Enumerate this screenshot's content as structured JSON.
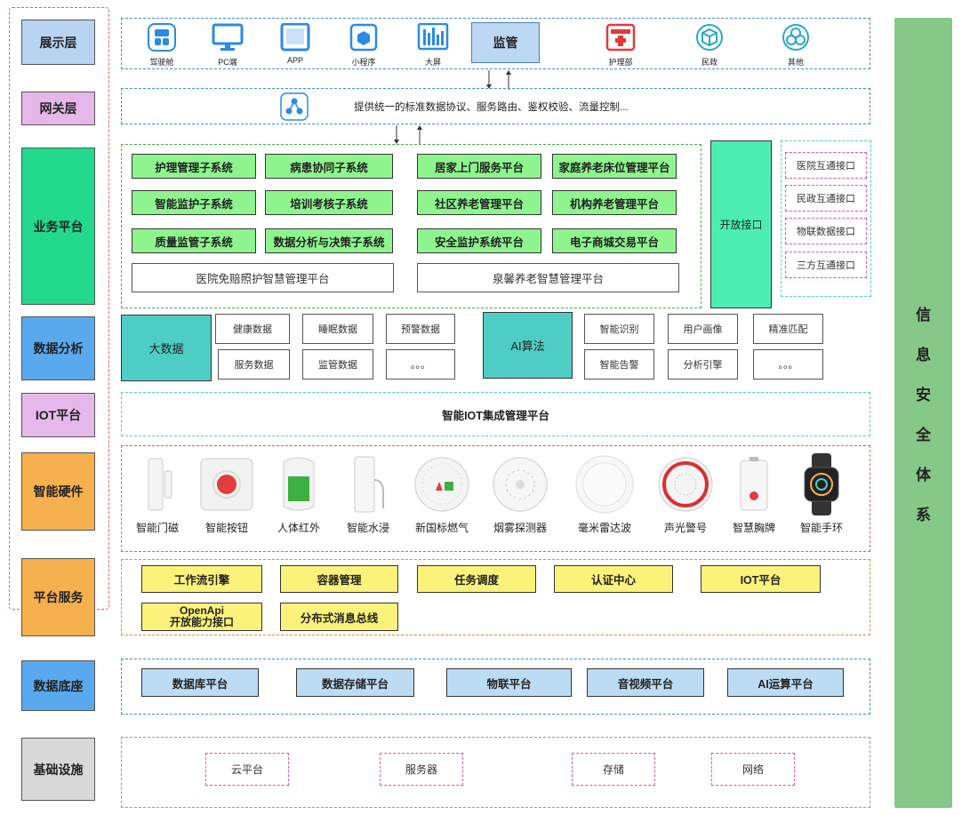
{
  "layers": {
    "display": "展示层",
    "gateway": "网关层",
    "business": "业务平台",
    "analysis": "数据分析",
    "iot": "IOT平台",
    "hardware": "智能硬件",
    "platform": "平台服务",
    "database": "数据底座",
    "infra": "基础设施"
  },
  "security": [
    "信",
    "息",
    "安",
    "全",
    "体",
    "系"
  ],
  "display": {
    "items": [
      "驾驶舱",
      "PC端",
      "APP",
      "小程序",
      "大屏"
    ],
    "supervise": "监管",
    "right_items": [
      "护理部",
      "民政",
      "其他"
    ]
  },
  "gateway": {
    "text": "提供统一的标准数据协议、服务路由、鉴权校验、流量控制..."
  },
  "business": {
    "subsystems": [
      [
        "护理管理子系统",
        "病患协同子系统",
        "居家上门服务平台",
        "家庭养老床位管理平台"
      ],
      [
        "智能监护子系统",
        "培训考核子系统",
        "社区养老管理平台",
        "机构养老管理平台"
      ],
      [
        "质量监管子系统",
        "数据分析与决策子系统",
        "安全监护系统平台",
        "电子商城交易平台"
      ]
    ],
    "platform_left": "医院免赔照护智慧管理平台",
    "platform_right": "泉馨养老智慧管理平台",
    "open_api": "开放接口",
    "interfaces": [
      "医院互通接口",
      "民政互通接口",
      "物联数据接口",
      "三方互通接口"
    ]
  },
  "analysis": {
    "bigdata": "大数据",
    "bigdata_items": [
      "健康数据",
      "睡眠数据",
      "预警数据",
      "服务数据",
      "监管数据",
      "。。。"
    ],
    "ai": "AI算法",
    "ai_items": [
      "智能识别",
      "用户画像",
      "精准匹配",
      "智能告警",
      "分析引擎",
      "。。。"
    ]
  },
  "iot": {
    "text": "智能IOT集成管理平台"
  },
  "hardware": {
    "devices": [
      "智能门磁",
      "智能按钮",
      "人体红外",
      "智能水浸",
      "新国标燃气",
      "烟雾探测器",
      "毫米雷达波",
      "声光警号",
      "智慧胸牌",
      "智能手环"
    ]
  },
  "platform_services": {
    "row1": [
      "工作流引擎",
      "容器管理",
      "任务调度",
      "认证中心",
      "IOT平台"
    ],
    "openapi_line1": "OpenApi",
    "openapi_line2": "开放能力接口",
    "bus": "分布式消息总线"
  },
  "database": {
    "items": [
      "数据库平台",
      "数据存储平台",
      "物联平台",
      "音视频平台",
      "AI运算平台"
    ]
  },
  "infra": {
    "items": [
      "云平台",
      "服务器",
      "存储",
      "网络"
    ]
  },
  "colors": {
    "display_label": "#b8d4f2",
    "gateway_label": "#e6b8ea",
    "business_label": "#22d98e",
    "analysis_label": "#5aa9ee",
    "iot_label": "#e6b8ea",
    "hardware_label": "#f7b04e",
    "platform_label": "#f7b04e",
    "database_label": "#5aa9ee",
    "infra_label": "#d9d9d9",
    "security_bar": "#86c888",
    "green_module": "#8ef58e",
    "teal": "#4ecdc4",
    "yellow_module": "#fbf27a",
    "blue_module": "#bcdcf4"
  }
}
